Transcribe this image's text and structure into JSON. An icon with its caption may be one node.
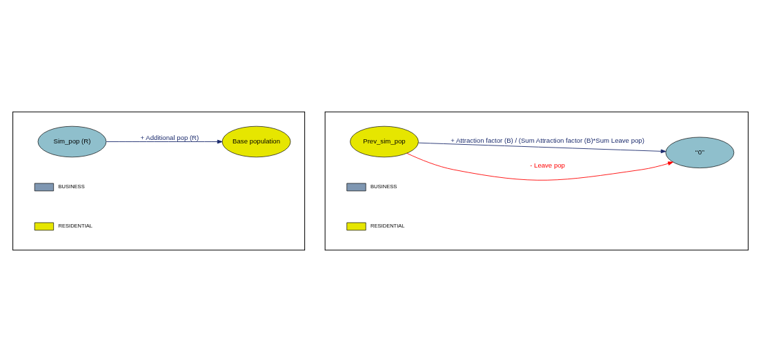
{
  "diagram": {
    "nodes": [
      {
        "text": [],
        "shape": "box"
      },
      {
        "text": [
          "Base population"
        ],
        "in": 0
      },
      {
        "text": [
          "Sim_pop (R)"
        ],
        "in": 0
      },
      {
        "text": [],
        "shape": "box"
      },
      {
        "text": [
          "Prev_sim_pop"
        ],
        "in": 3
      },
      {
        "text": [
          "‘‘0’’"
        ],
        "in": 3
      }
    ],
    "edges": [
      {
        "from": 2,
        "to": 1,
        "arrow": "to",
        "label": "+ Additional pop (R)"
      },
      {
        "from": 4,
        "to": 5,
        "arrow": "to",
        "label": "- Leave pop",
        "color": "#ff0000"
      },
      {
        "from": 4,
        "to": 5,
        "arrow": "to",
        "label": "+ Attraction factor (B) / (Sum Attraction factor (B)*Sum Leave pop)"
      }
    ],
    "legend": [
      {
        "text": "BUSINESS",
        "color": "#7f97b2"
      },
      {
        "text": "RESIDENTIAL",
        "color": "#e6e600"
      },
      {
        "text": "BUSINESS",
        "color": "#7f97b2"
      },
      {
        "text": "RESIDENTIAL",
        "color": "#e6e600"
      }
    ]
  }
}
